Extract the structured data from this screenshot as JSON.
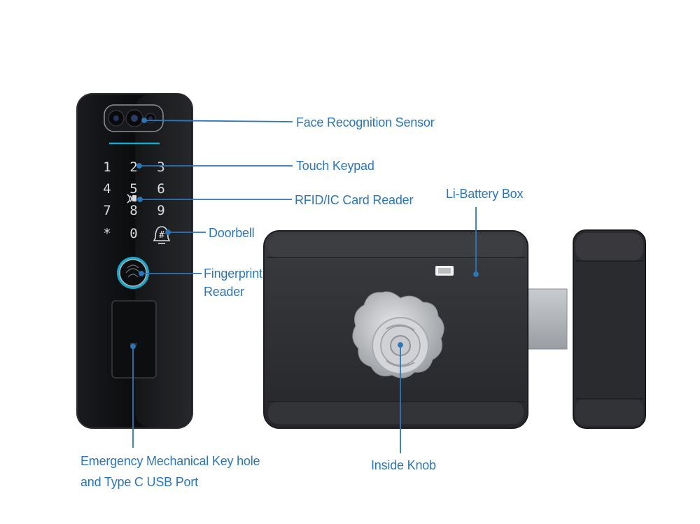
{
  "colors": {
    "label": "#2b76b9",
    "body": "#2c2d30",
    "panel": "#0d0e10",
    "accent": "#1aa6c8"
  },
  "keypad": {
    "keys": [
      "1",
      "2",
      "3",
      "4",
      "5",
      "6",
      "7",
      "8",
      "9",
      "*",
      "0",
      "#"
    ]
  },
  "labels": {
    "face": "Face Recognition Sensor",
    "keypad": "Touch Keypad",
    "rfid": "RFID/IC Card Reader",
    "doorbell": "Doorbell",
    "fingerprint_1": "Fingerprint",
    "fingerprint_2": "Reader",
    "battery": "Li-Battery Box",
    "emergency_1": "Emergency Mechanical Key hole",
    "emergency_2": "and Type C USB Port",
    "knob": "Inside Knob"
  }
}
